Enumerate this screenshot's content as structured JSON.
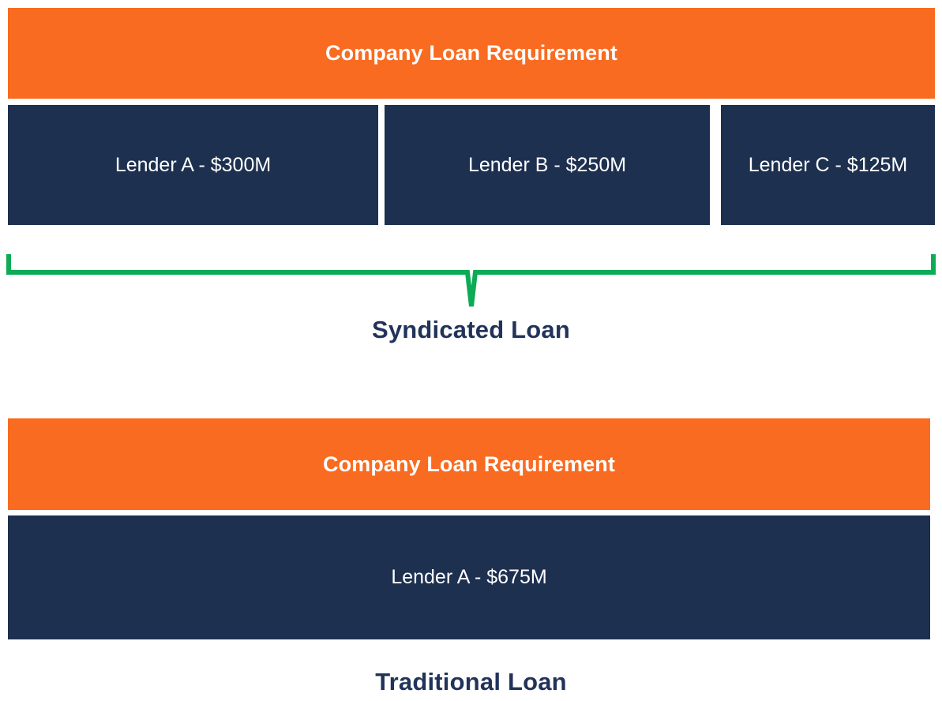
{
  "diagram": {
    "background_color": "#ffffff",
    "colors": {
      "orange": "#f96b20",
      "navy": "#1e3050",
      "green": "#0cab55",
      "text_light": "#ffffff",
      "text_navy": "#22335a"
    },
    "syndicated": {
      "title": "Company Loan Requirement",
      "lenders": [
        {
          "label": "Lender A - $300M",
          "name": "Lender A",
          "amount": "$300M"
        },
        {
          "label": "Lender B - $250M",
          "name": "Lender B",
          "amount": "$250M"
        },
        {
          "label": "Lender C - $125M",
          "name": "Lender C",
          "amount": "$125M"
        }
      ],
      "bracket_color": "#0cab55",
      "caption": "Syndicated Loan"
    },
    "traditional": {
      "title": "Company Loan Requirement",
      "lenders": [
        {
          "label": "Lender A - $675M",
          "name": "Lender A",
          "amount": "$675M"
        }
      ],
      "caption": "Traditional Loan"
    }
  }
}
